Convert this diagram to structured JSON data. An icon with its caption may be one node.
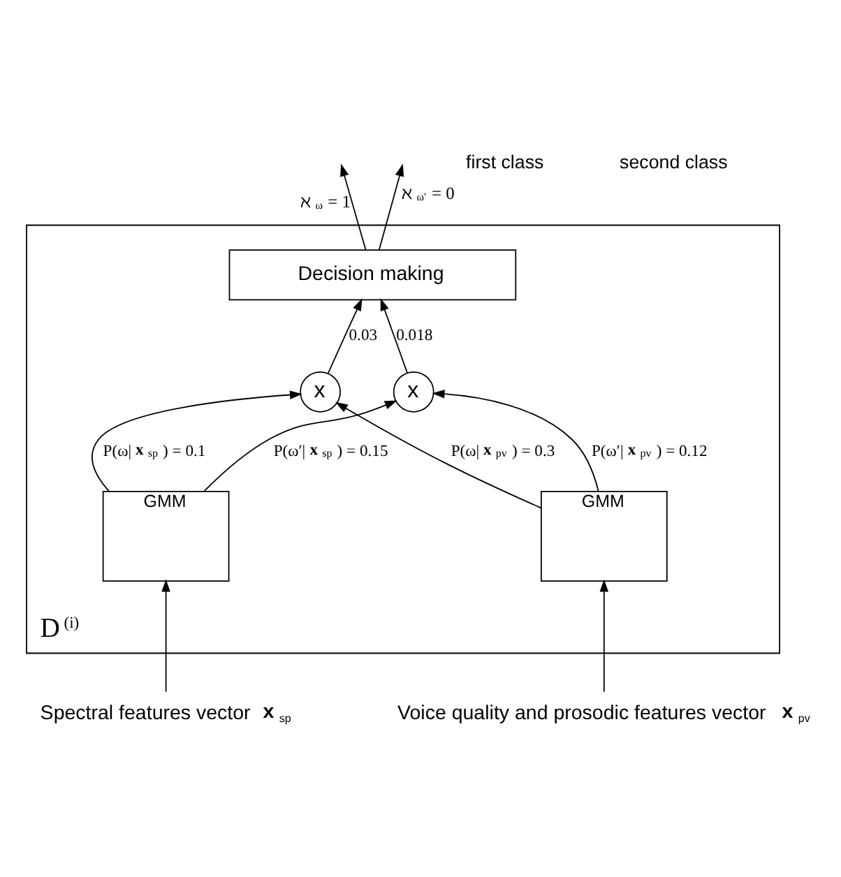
{
  "diagram": {
    "nodes": [
      {
        "text": [
          "D$^{(i)}$"
        ]
      },
      {
        "text": [
          "Decision making"
        ],
        "in": 0
      },
      {
        "text": [
          "x"
        ],
        "in": 0
      },
      {
        "text": [
          "x"
        ],
        "in": 0
      },
      {
        "text": [
          "GMM"
        ],
        "in": 0
      },
      {
        "text": [
          "GMM"
        ],
        "in": 0
      },
      {
        "text": [
          "Spectral features vector **x**$_{sp}$"
        ]
      },
      {
        "text": [
          "Voice quality and prosodic features vector **x**$_{pv}$"
        ]
      }
    ],
    "edges": [
      {
        "from": 1,
        "to": null,
        "arrow": "to",
        "label": "ℵ$_{ω}$= 1"
      },
      {
        "from": 1,
        "to": null,
        "arrow": "to",
        "label": "ℵ$_{ω′}$ = 0"
      },
      {
        "from": 2,
        "to": 1,
        "arrow": "to",
        "label": "0.03"
      },
      {
        "from": 3,
        "to": 1,
        "arrow": "to",
        "label": "0.018"
      },
      {
        "from": 4,
        "to": 2,
        "arrow": "to",
        "label": "P(ω|**x**$_{sp}$) = 0.1"
      },
      {
        "from": 4,
        "to": 3,
        "arrow": "to",
        "label": "P(ω′|**x**$_{sp}$) = 0.15"
      },
      {
        "from": 5,
        "to": 2,
        "arrow": "to",
        "label": "P(ω|**x**$_{pv}$) = 0.3"
      },
      {
        "from": 5,
        "to": 3,
        "arrow": "to",
        "label": "P(ω′|**x**$_{pv}$) = 0.12"
      },
      {
        "from": 6,
        "to": 4,
        "arrow": "to"
      },
      {
        "from": 7,
        "to": 5,
        "arrow": "to"
      }
    ],
    "labels": [
      "first class",
      "second class"
    ]
  }
}
